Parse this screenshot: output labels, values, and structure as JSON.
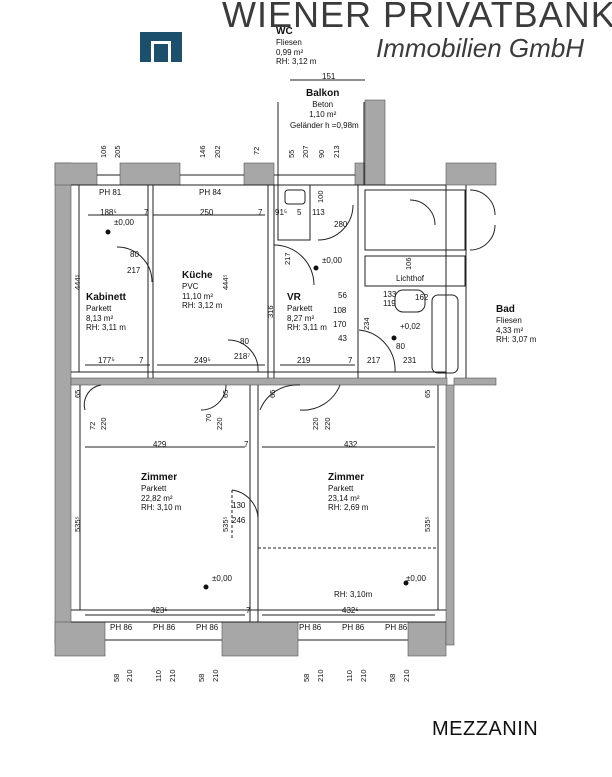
{
  "header": {
    "company": "WIENER PRIVATBANK",
    "subtitle": "Immobilien GmbH"
  },
  "floor_label": "MEZZANIN",
  "rooms": {
    "wc": {
      "name": "WC",
      "floor": "Fliesen",
      "area": "0,99 m²",
      "height": "RH: 3,12 m"
    },
    "balkon": {
      "name": "Balkon",
      "floor": "Beton",
      "area": "1,10 m²",
      "railing": "Geländer h =0,98m"
    },
    "kabinett": {
      "name": "Kabinett",
      "floor": "Parkett",
      "area": "8,13 m²",
      "height": "RH: 3,11 m"
    },
    "kueche": {
      "name": "Küche",
      "floor": "PVC",
      "area": "11,10 m²",
      "height": "RH: 3,12 m"
    },
    "vr": {
      "name": "VR",
      "floor": "Parkett",
      "area": "8,27 m²",
      "height": "RH: 3,11 m"
    },
    "bad": {
      "name": "Bad",
      "floor": "Fliesen",
      "area": "4,33 m²",
      "height": "RH: 3,07 m"
    },
    "zimmer1": {
      "name": "Zimmer",
      "floor": "Parkett",
      "area": "22,82 m²",
      "height": "RH: 3,10 m"
    },
    "zimmer2": {
      "name": "Zimmer",
      "floor": "Parkett",
      "area": "23,14 m²",
      "height": "RH: 2,69 m",
      "height2": "RH: 3,10m"
    }
  },
  "lichthof": "Lichthof",
  "levels": {
    "zero": "±0,00",
    "bath": "+0,02"
  },
  "parapets": {
    "ph81": "PH 81",
    "ph84": "PH 84",
    "ph86": "PH 86"
  },
  "dims": {
    "d151": "151",
    "d188": "188⁵",
    "d7": "7",
    "d250": "250",
    "d91": "91⁵",
    "d5": "5",
    "d113": "113",
    "d280": "280",
    "d80": "80",
    "d217": "217",
    "d56": "56",
    "d108": "108",
    "d170": "170",
    "d43": "43",
    "d234": "234",
    "d133": "133",
    "d162": "162",
    "d119": "119",
    "d177": "177⁵",
    "d249": "249⁵",
    "d218": "218⁷",
    "d219": "219",
    "d231": "231",
    "d429": "429",
    "d432": "432",
    "d423": "423⁵",
    "d432b": "432⁵",
    "d444": "444⁵",
    "d316": "316",
    "d535": "535⁵",
    "d65": "65",
    "d72": "72",
    "d70": "70",
    "d220": "220",
    "d130": "130",
    "d246": "246",
    "d106": "106",
    "d205": "205",
    "d146": "146",
    "d202": "202",
    "d55": "55",
    "d207": "207",
    "d90": "90",
    "d213": "213",
    "d100": "100",
    "d58": "58",
    "d210": "210",
    "d110": "110"
  }
}
